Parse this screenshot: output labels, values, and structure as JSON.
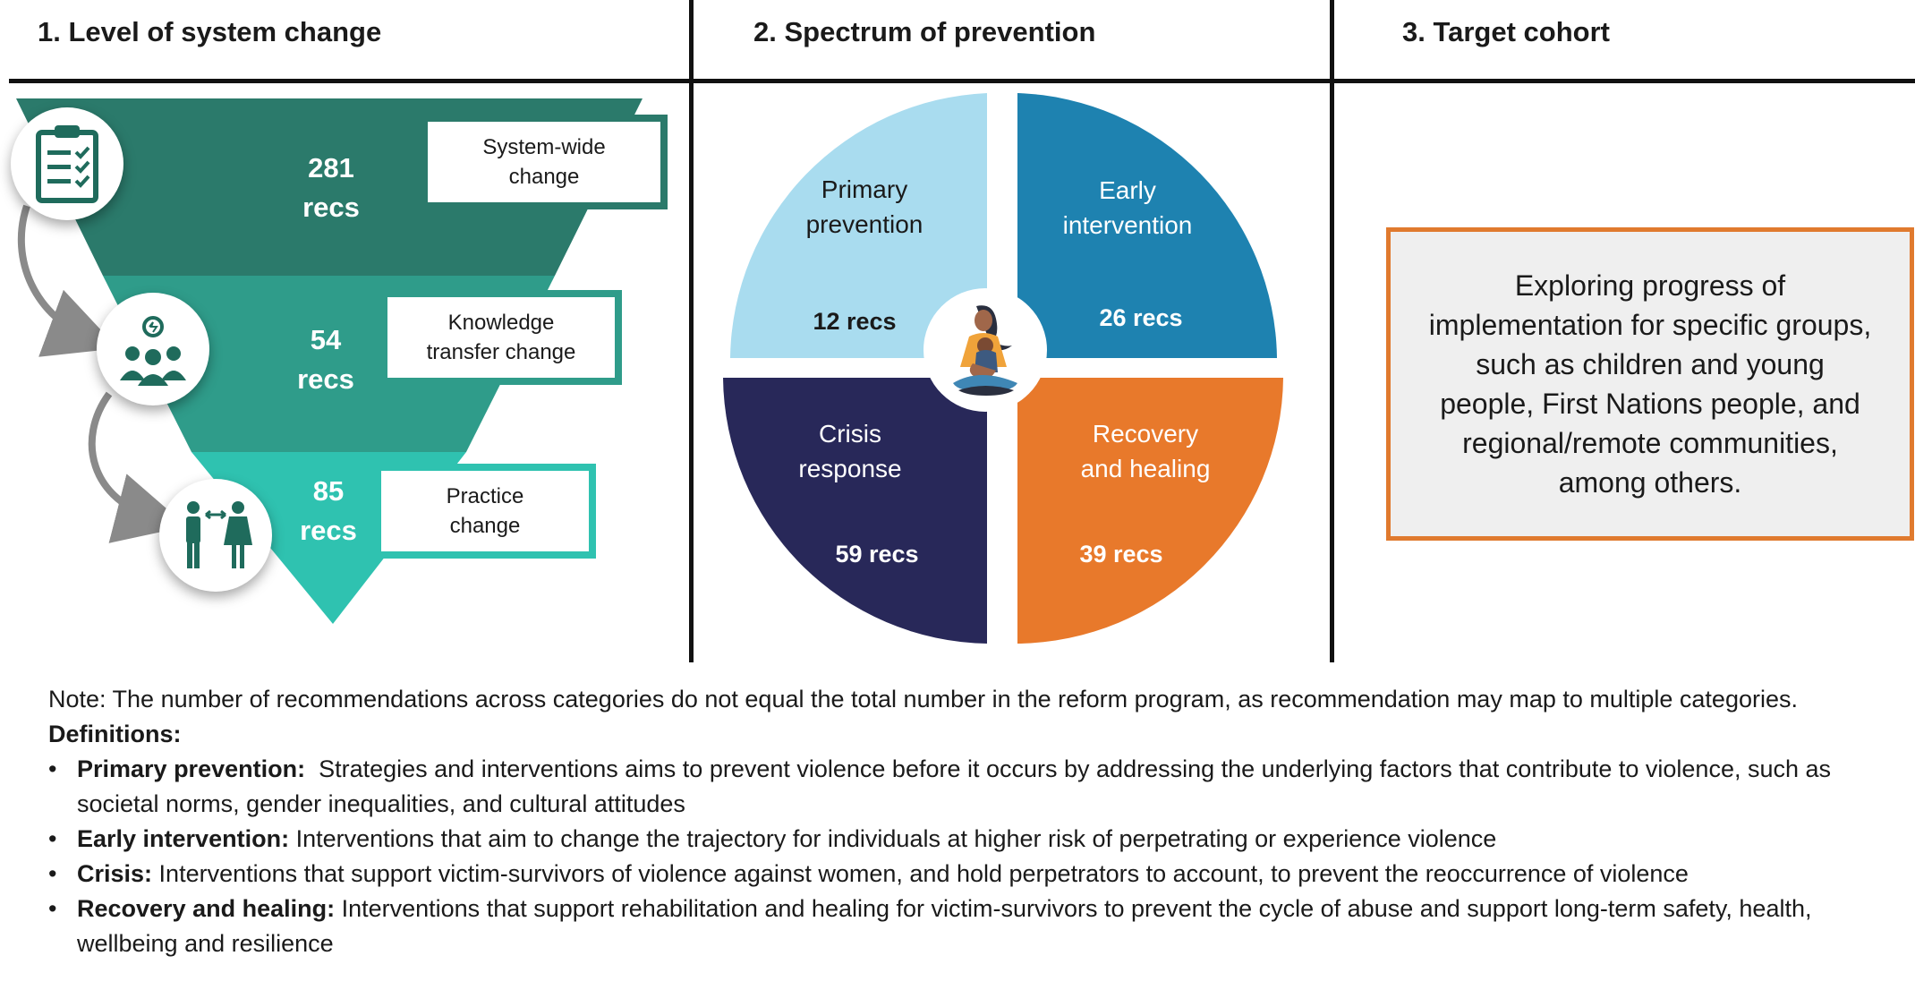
{
  "sections": {
    "col1_title": "1. Level of system change",
    "col2_title": "2. Spectrum of prevention",
    "col3_title": "3. Target cohort"
  },
  "funnel": {
    "levels": [
      {
        "num": "281",
        "unit": "recs",
        "tag_line1": "System-wide",
        "tag_line2": "change",
        "color": "#2b7a6b"
      },
      {
        "num": "54",
        "unit": "recs",
        "tag_line1": "Knowledge",
        "tag_line2": "transfer change",
        "color": "#2f9c8a"
      },
      {
        "num": "85",
        "unit": "recs",
        "tag_line1": "Practice",
        "tag_line2": "change",
        "color": "#2fc2b0"
      }
    ],
    "icons": [
      "clipboard-checklist-icon",
      "lightbulb-group-icon",
      "person-exchange-icon"
    ]
  },
  "spectrum": {
    "quadrants": [
      {
        "line1": "Primary",
        "line2": "prevention",
        "recs": "12 recs",
        "color": "#a9dcef",
        "text_color": "#1a1a1a"
      },
      {
        "line1": "Early",
        "line2": "intervention",
        "recs": "26 recs",
        "color": "#1e82b0",
        "text_color": "#ffffff"
      },
      {
        "line1": "Crisis",
        "line2": "response",
        "recs": "59 recs",
        "color": "#282859",
        "text_color": "#ffffff"
      },
      {
        "line1": "Recovery",
        "line2": "and healing",
        "recs": "39 recs",
        "color": "#e8792b",
        "text_color": "#ffffff"
      }
    ],
    "center_icon": "mother-child-icon"
  },
  "cohort": {
    "text": "Exploring progress of implementation for specific groups, such as children and young people, First Nations people, and regional/remote communities, among others."
  },
  "notes": {
    "note": "Note: The number of recommendations across categories do not equal the total number in the reform program, as recommendation may map to multiple categories.",
    "definitions_title": "Definitions:",
    "bullet": "•",
    "items": [
      {
        "term": "Primary prevention:",
        "text": "  Strategies and interventions aims to prevent violence before it occurs by addressing the underlying factors that contribute to violence, such as societal norms, gender inequalities, and cultural attitudes"
      },
      {
        "term": "Early intervention:",
        "text": " Interventions that aim to change the trajectory for individuals at higher risk of perpetrating or experience violence"
      },
      {
        "term": "Crisis:",
        "text": " Interventions that support victim-survivors of violence against women, and hold perpetrators to account, to prevent the reoccurrence of violence"
      },
      {
        "term": "Recovery and healing:",
        "text": " Interventions that support rehabilitation and healing for victim-survivors to prevent the cycle of abuse and support long-term safety, health, wellbeing and resilience"
      }
    ]
  }
}
